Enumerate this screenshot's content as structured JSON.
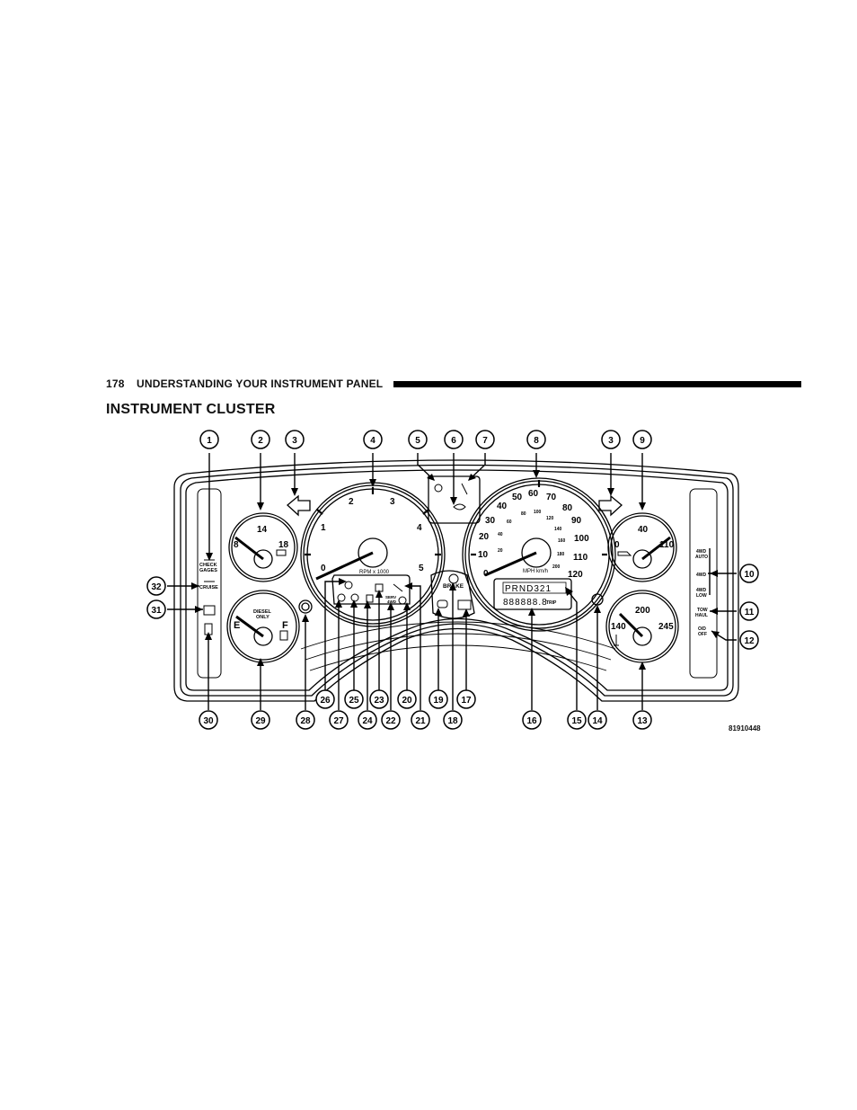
{
  "page_header": {
    "page_number": "178",
    "chapter_title": "UNDERSTANDING YOUR INSTRUMENT PANEL"
  },
  "section_title": "INSTRUMENT CLUSTER",
  "figure_id": "81910448",
  "callouts_top": [
    "1",
    "2",
    "3",
    "4",
    "5",
    "6",
    "7",
    "8",
    "3",
    "9"
  ],
  "callouts_bottom_row1": [
    "26",
    "25",
    "23",
    "20",
    "19",
    "17"
  ],
  "callouts_bottom_row2": [
    "30",
    "29",
    "28",
    "27",
    "24",
    "22",
    "21",
    "18",
    "16",
    "15",
    "14",
    "13"
  ],
  "callouts_right": [
    "10",
    "11",
    "12"
  ],
  "callouts_left": [
    "32",
    "31"
  ],
  "left_panel_labels": [
    "CHECK",
    "GAGES",
    "CRUISE"
  ],
  "right_panel_labels": [
    "4WD",
    "AUTO",
    "4WD",
    "4WD",
    "LOW",
    "TOW",
    "HAUL",
    "O/D",
    "OFF"
  ],
  "voltmeter": {
    "scale": [
      "8",
      "14",
      "18"
    ]
  },
  "fuel_gauge": {
    "scale": [
      "E",
      "F"
    ],
    "label_line1": "DIESEL",
    "label_line2": "ONLY"
  },
  "tachometer": {
    "scale": [
      "0",
      "1",
      "2",
      "3",
      "4",
      "5"
    ],
    "unit": "RPM x 1000"
  },
  "speedometer": {
    "mph": [
      "0",
      "10",
      "20",
      "30",
      "40",
      "50",
      "60",
      "70",
      "80",
      "90",
      "100",
      "110",
      "120"
    ],
    "kmh": [
      "20",
      "40",
      "60",
      "80",
      "100",
      "120",
      "140",
      "160",
      "180",
      "200"
    ],
    "unit": "MPH km/h"
  },
  "oil_pressure_gauge": {
    "scale": [
      "0",
      "40",
      "110"
    ]
  },
  "temperature_gauge": {
    "scale": [
      "140",
      "200",
      "245"
    ]
  },
  "brake_label": "BRAKE",
  "serv_4wd_label_line1": "SERV",
  "serv_4wd_label_line2": "4WD",
  "odometer": {
    "digits": "888888.8",
    "trip_label": "TRIP",
    "prndl": "PRND321"
  }
}
